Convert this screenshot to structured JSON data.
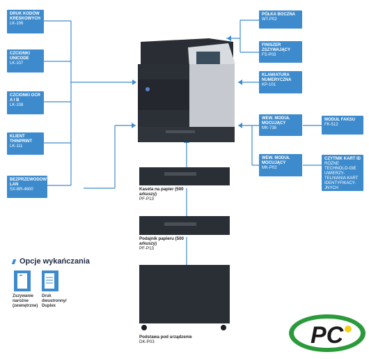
{
  "left_boxes": [
    {
      "title": "DRUK KODÓW KRESKOWYCH",
      "code": "LK-106"
    },
    {
      "title": "CZCIONKI UNICODE",
      "code": "LK-107"
    },
    {
      "title": "CZCIONKI OCR A i B",
      "code": "LK-108"
    },
    {
      "title": "KLIENT THINPRINT",
      "code": "LK-111"
    },
    {
      "title": "BEZPRZEWODOWY LAN",
      "code": "SX-BR-4600"
    }
  ],
  "right_boxes": [
    {
      "title": "PÓŁKA BOCZNA",
      "code": "WT-P02"
    },
    {
      "title": "FINISZER ZSZYWAJĄCY",
      "code": "FS-P03"
    },
    {
      "title": "KLAWIATURA NUMERYCZNA",
      "code": "KP-101"
    },
    {
      "title": "WEW. MODUŁ MOCUJĄCY",
      "code": "MK-738"
    },
    {
      "title": "MODUŁ FAKSU",
      "code": "FK-512"
    },
    {
      "title": "WEW. MODUŁ MOCUJĄCY",
      "code": "MK-P02"
    },
    {
      "title": "CZYTNIK KART ID",
      "code": "RÓŻNE TECHNOLO-GIE UWIERZY-TELNIANIA KART IDENTYFIKACY-JNYCH"
    }
  ],
  "units": [
    {
      "name": "Kaseta na papier (500 arkuszy)",
      "code": "PF-P13"
    },
    {
      "name": "Podajnik papieru (500 arkuszy)",
      "code": "PF-P13"
    },
    {
      "name": "Podstawa pod urządzenie",
      "code": "DK-P03"
    }
  ],
  "finishing": {
    "title": "Opcje wykańczania",
    "items": [
      {
        "label": "Zszywanie narożne (zewnętrzne)"
      },
      {
        "label": "Druk dwustronny/ Duplex"
      }
    ]
  },
  "logo": {
    "text": "PC"
  },
  "colors": {
    "accent": "#3d8bcd",
    "line": "#3d8bcd",
    "logo_green": "#2a9a3a",
    "logo_yellow": "#f3d11a"
  }
}
